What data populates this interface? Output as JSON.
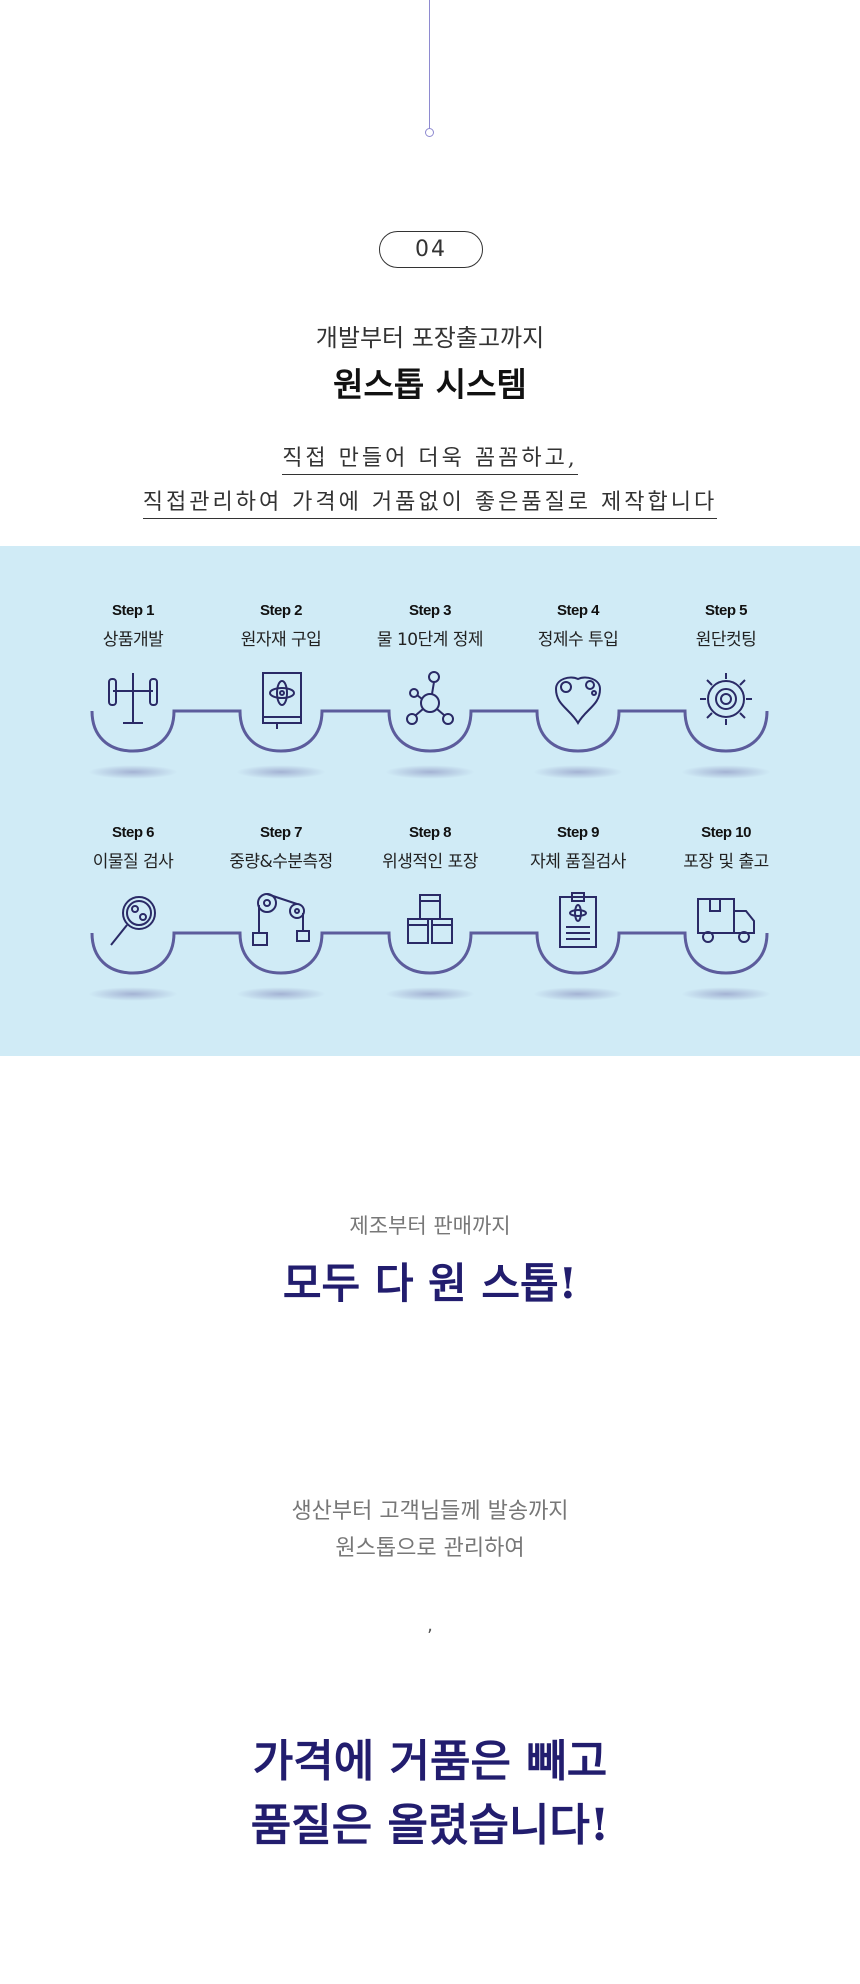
{
  "section_number": "04",
  "header": {
    "subtitle": "개발부터 포장출고까지",
    "title": "원스톱 시스템"
  },
  "intro": {
    "line1": "직접 만들어 더욱 꼼꼼하고,",
    "line2": "직접관리하여 가격에 거품없이 좋은품질로 제작합니다"
  },
  "steps": [
    {
      "label": "Step 1",
      "name": "상품개발",
      "icon": "lab-stand-icon"
    },
    {
      "label": "Step 2",
      "name": "원자재 구입",
      "icon": "science-book-icon"
    },
    {
      "label": "Step 3",
      "name": "물 10단계 정제",
      "icon": "molecule-icon"
    },
    {
      "label": "Step 4",
      "name": "정제수 투입",
      "icon": "water-drops-icon"
    },
    {
      "label": "Step 5",
      "name": "원단컷팅",
      "icon": "gear-icon"
    },
    {
      "label": "Step 6",
      "name": "이물질 검사",
      "icon": "magnifier-icon"
    },
    {
      "label": "Step 7",
      "name": "중량&수분측정",
      "icon": "pulley-scale-icon"
    },
    {
      "label": "Step 8",
      "name": "위생적인 포장",
      "icon": "boxes-icon"
    },
    {
      "label": "Step 9",
      "name": "자체 품질검사",
      "icon": "clipboard-icon"
    },
    {
      "label": "Step 10",
      "name": "포장 및 출고",
      "icon": "truck-icon"
    }
  ],
  "slogan1": {
    "small": "제조부터 판매까지",
    "big": "모두 다 원 스톱!"
  },
  "slogan2": {
    "line1": "생산부터 고객님들께 발송까지",
    "line2": "원스톱으로 관리하여",
    "comma": ","
  },
  "slogan3": {
    "line1": "가격에 거품은 빼고",
    "line2": "품질은 올렸습니다!"
  },
  "colors": {
    "band": "#d0ebf6",
    "wave": "#5c5c9c",
    "navy": "#221d6e",
    "icon": "#2a2a66"
  }
}
